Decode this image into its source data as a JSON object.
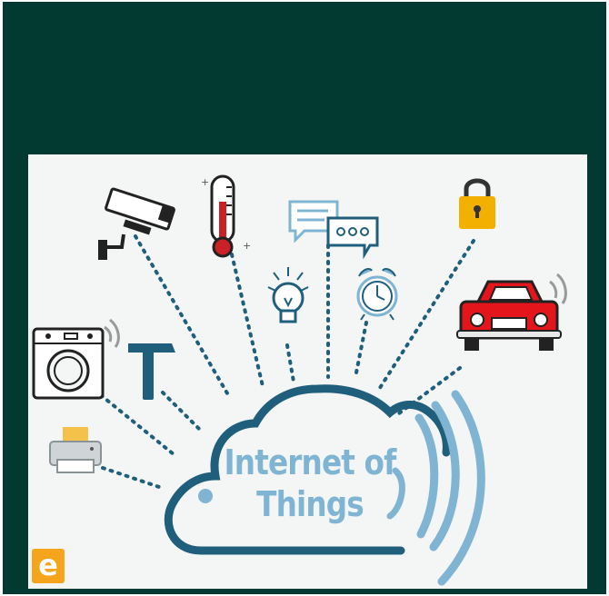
{
  "illustration": {
    "title_line1": "Internet of",
    "title_line2": "Things",
    "logo_letter": "e"
  },
  "colors": {
    "background_frame": "#023a32",
    "panel": "#f4f6f6",
    "cloud_outline": "#1f5f7c",
    "cloud_text": "#7fb4d3",
    "signal_arcs": "#7fb4d3",
    "dotted_lines": "#1f5f7c",
    "car": "#e4161b",
    "lock": "#f4b000",
    "logo": "#f4a51c"
  },
  "icons": [
    "security-camera-icon",
    "thermometer-icon",
    "chat-bubbles-icon",
    "padlock-icon",
    "light-bulb-icon",
    "alarm-clock-icon",
    "car-icon",
    "washing-machine-icon",
    "hammer-icon",
    "printer-icon",
    "cloud-icon",
    "wireless-signal-icon"
  ]
}
